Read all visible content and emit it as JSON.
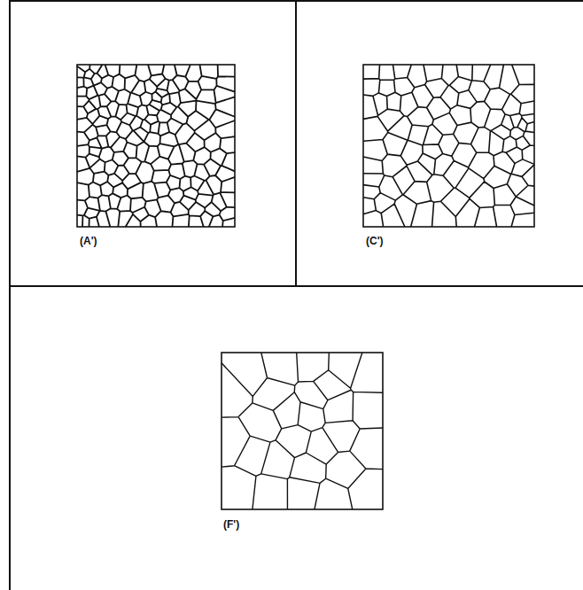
{
  "diagram": {
    "nodes": [
      {
        "text": [
          "(A')"
        ]
      },
      {
        "text": [
          "(C')"
        ]
      },
      {
        "text": [
          "(F')"
        ]
      }
    ]
  }
}
